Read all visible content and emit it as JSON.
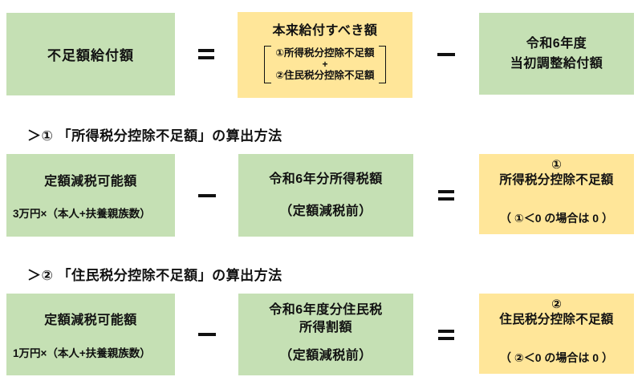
{
  "colors": {
    "green": "#C5E0B4",
    "yellow": "#FFE699",
    "ink": "#111111",
    "background": "#FFFFFF"
  },
  "row1": {
    "left_box": {
      "label": "不足額給付額"
    },
    "equals_symbol": "＝",
    "center_box": {
      "title": "本来給付すべき額",
      "bracket_line1": "①所得税分控除不足額",
      "bracket_plus": "+",
      "bracket_line2": "②住民税分控除不足額"
    },
    "minus_symbol": "－",
    "right_box": {
      "line1": "令和6年度",
      "line2": "当初調整給付額"
    }
  },
  "section1": {
    "heading": "＞① 「所得税分控除不足額」の算出方法",
    "left_box": {
      "title": "定額減税可能額",
      "formula": "3万円×（本人+扶養親族数）"
    },
    "minus_symbol": "－",
    "center_box": {
      "line1": "令和6年分所得税額",
      "line2": "（定額減税前）"
    },
    "equals_symbol": "＝",
    "result_box": {
      "number": "①",
      "title": "所得税分控除不足額",
      "note": "（ ①＜0 の場合は 0 ）"
    }
  },
  "section2": {
    "heading": "＞② 「住民税分控除不足額」の算出方法",
    "left_box": {
      "title": "定額減税可能額",
      "formula": "1万円×（本人+扶養親族数）"
    },
    "minus_symbol": "－",
    "center_box": {
      "line1": "令和6年度分住民税",
      "line2": "所得割額",
      "line3": "（定額減税前）"
    },
    "equals_symbol": "＝",
    "result_box": {
      "number": "②",
      "title": "住民税分控除不足額",
      "note": "（ ②＜0 の場合は 0 ）"
    }
  }
}
